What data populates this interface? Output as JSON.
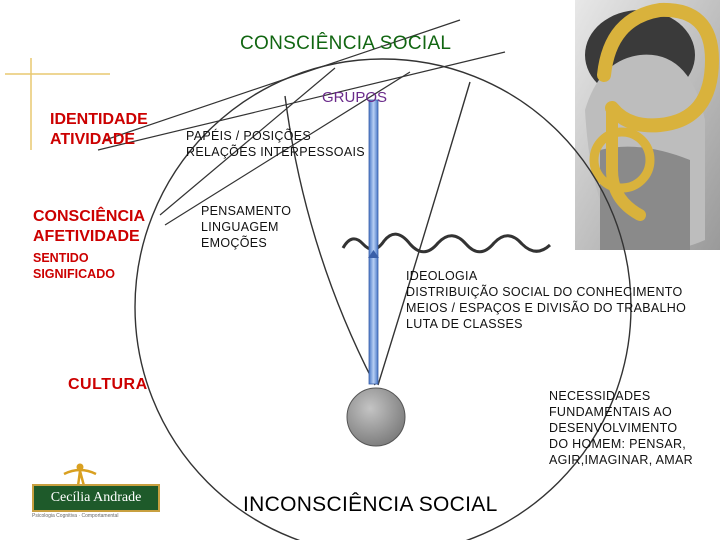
{
  "title_top": "CONSCIÊNCIA SOCIAL",
  "title_bottom": "INCONSCIÊNCIA SOCIAL",
  "grupos": "GRUPOS",
  "left": {
    "block1": [
      "IDENTIDADE",
      "ATIVIDADE"
    ],
    "block2": [
      "CONSCIÊNCIA",
      "AFETIVIDADE"
    ],
    "block3": [
      "SENTIDO",
      "SIGNIFICADO"
    ],
    "cultura": "CULTURA"
  },
  "center": {
    "papeis": [
      "PAPÉIS / POSIÇÕES",
      "RELAÇÕES INTERPESSOAIS"
    ],
    "pensamento": [
      "PENSAMENTO",
      "LINGUAGEM",
      "EMOÇÕES"
    ]
  },
  "right": {
    "ideologia": [
      "IDEOLOGIA",
      "DISTRIBUIÇÃO SOCIAL DO CONHECIMENTO",
      "MEIOS / ESPAÇOS E DIVISÃO DO TRABALHO",
      "LUTA DE CLASSES"
    ],
    "necessidades": [
      "NECESSIDADES",
      "FUNDAMENTAIS AO",
      "DESENVOLVIMENTO",
      "DO HOMEM: PENSAR,",
      "AGIR,IMAGINAR, AMAR"
    ]
  },
  "logo": {
    "name": "Cecília Andrade",
    "subtitle": "Psicologia Cognitiva · Comportamental"
  }
}
